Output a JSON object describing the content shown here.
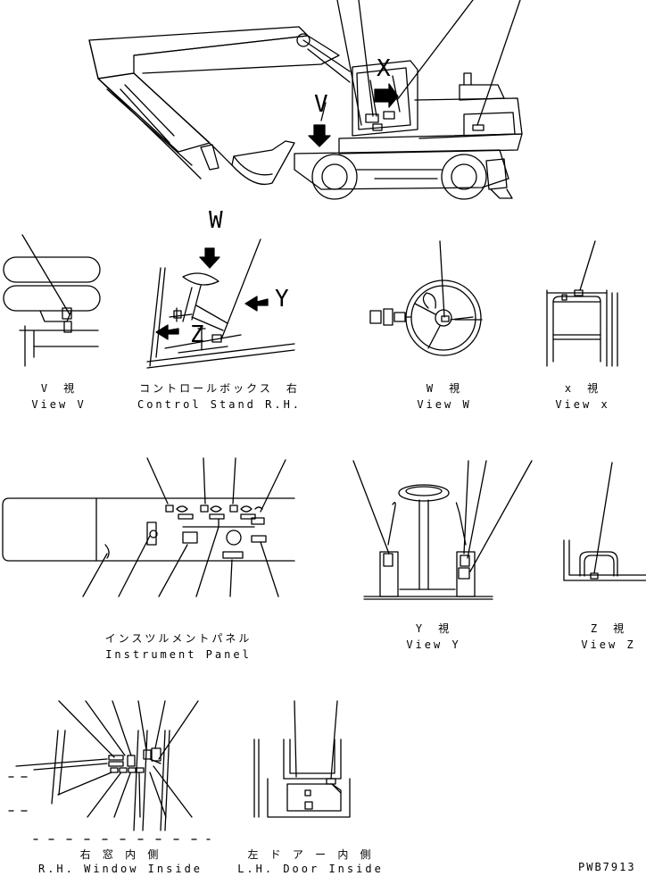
{
  "panels": [
    {
      "id": "view_v",
      "jp": "V　視",
      "en": "View V"
    },
    {
      "id": "control_stand",
      "jp": "コントロールボックス　右",
      "en": "Control Stand R.H."
    },
    {
      "id": "view_w",
      "jp": "W　視",
      "en": "View W"
    },
    {
      "id": "view_x",
      "jp": "x　視",
      "en": "View x"
    },
    {
      "id": "instrument_panel",
      "jp": "インスツルメントパネル",
      "en": "Instrument Panel"
    },
    {
      "id": "view_y",
      "jp": "Y　視",
      "en": "View Y"
    },
    {
      "id": "view_z",
      "jp": "Z　視",
      "en": "View Z"
    },
    {
      "id": "rh_window",
      "jp": "右 窓 内 側",
      "en": "R.H. Window Inside"
    },
    {
      "id": "lh_door",
      "jp": "左 ド ア ー 内 側",
      "en": "L.H. Door Inside"
    }
  ],
  "view_markers": {
    "v": "V",
    "w": "W",
    "x": "X",
    "y": "Y",
    "z": "Z"
  },
  "drawing_code": "PWB7913"
}
